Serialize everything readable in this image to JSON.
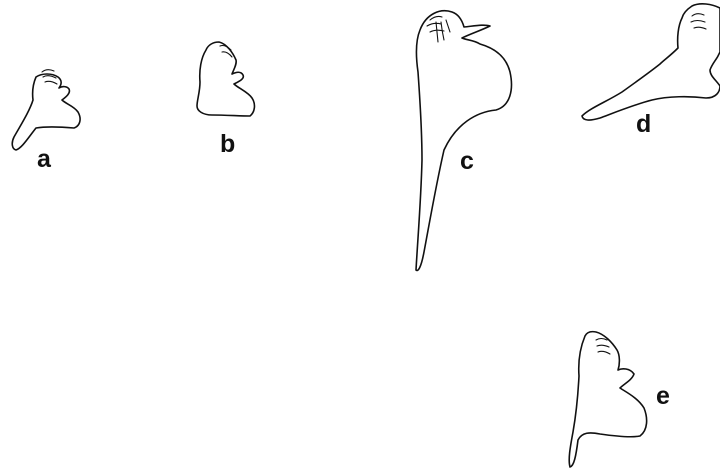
{
  "figure": {
    "labels": {
      "a": "a",
      "b": "b",
      "c": "c",
      "d": "d",
      "e": "e"
    },
    "colors": {
      "stroke": "#111111",
      "background": "#ffffff"
    }
  }
}
